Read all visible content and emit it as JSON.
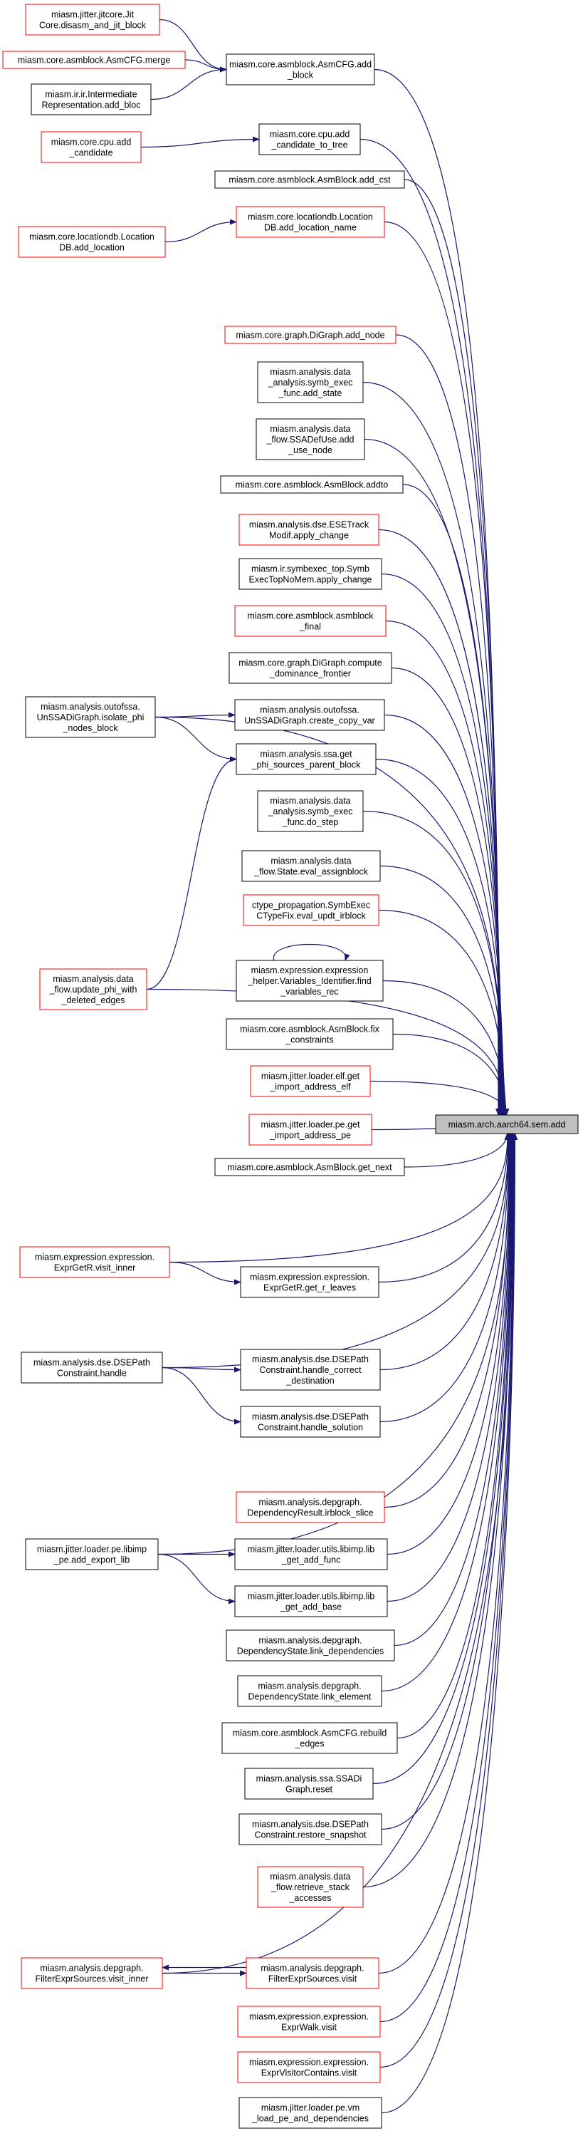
{
  "colors": {
    "edge": "#191970",
    "node_border_black": "#000000",
    "node_border_red": "#ff0000",
    "focus_fill": "#bfbfbf",
    "background": "#ffffff",
    "text": "#000000"
  },
  "graph": {
    "focus": {
      "lines": [
        "miasm.arch.aarch64.sem.add"
      ]
    },
    "nodes": [
      {
        "id": "n_jit_disasm",
        "lines": [
          "miasm.jitter.jitcore.Jit",
          "Core.disasm_and_jit_block"
        ],
        "border": "red"
      },
      {
        "id": "n_cfg_merge",
        "lines": [
          "miasm.core.asmblock.AsmCFG.merge"
        ],
        "border": "red"
      },
      {
        "id": "n_ir_addbloc",
        "lines": [
          "miasm.ir.ir.Intermediate",
          "Representation.add_bloc"
        ],
        "border": "black"
      },
      {
        "id": "n_cfg_add_block",
        "lines": [
          "miasm.core.asmblock.AsmCFG.add",
          "_block"
        ],
        "border": "black"
      },
      {
        "id": "n_cpu_add_candidate",
        "lines": [
          "miasm.core.cpu.add",
          "_candidate"
        ],
        "border": "red"
      },
      {
        "id": "n_cpu_add_candidate_tree",
        "lines": [
          "miasm.core.cpu.add",
          "_candidate_to_tree"
        ],
        "border": "black"
      },
      {
        "id": "n_block_add_cst",
        "lines": [
          "miasm.core.asmblock.AsmBlock.add_cst"
        ],
        "border": "black"
      },
      {
        "id": "n_locdb_add_location",
        "lines": [
          "miasm.core.locationdb.Location",
          "DB.add_location"
        ],
        "border": "red"
      },
      {
        "id": "n_locdb_add_location_name",
        "lines": [
          "miasm.core.locationdb.Location",
          "DB.add_location_name"
        ],
        "border": "red"
      },
      {
        "id": "n_digraph_add_node",
        "lines": [
          "miasm.core.graph.DiGraph.add_node"
        ],
        "border": "red"
      },
      {
        "id": "n_symb_add_state",
        "lines": [
          "miasm.analysis.data",
          "_analysis.symb_exec",
          "_func.add_state"
        ],
        "border": "black"
      },
      {
        "id": "n_ssadefuse_add_use",
        "lines": [
          "miasm.analysis.data",
          "_flow.SSADefUse.add",
          "_use_node"
        ],
        "border": "black"
      },
      {
        "id": "n_block_addto",
        "lines": [
          "miasm.core.asmblock.AsmBlock.addto"
        ],
        "border": "black"
      },
      {
        "id": "n_dse_apply_change",
        "lines": [
          "miasm.analysis.dse.ESETrack",
          "Modif.apply_change"
        ],
        "border": "red"
      },
      {
        "id": "n_symbtop_apply_change",
        "lines": [
          "miasm.ir.symbexec_top.Symb",
          "ExecTopNoMem.apply_change"
        ],
        "border": "black"
      },
      {
        "id": "n_asmblock_final",
        "lines": [
          "miasm.core.asmblock.asmblock",
          "_final"
        ],
        "border": "red"
      },
      {
        "id": "n_digraph_dominance",
        "lines": [
          "miasm.core.graph.DiGraph.compute",
          "_dominance_frontier"
        ],
        "border": "black"
      },
      {
        "id": "n_outofssa_isolate",
        "lines": [
          "miasm.analysis.outofssa.",
          "UnSSADiGraph.isolate_phi",
          "_nodes_block"
        ],
        "border": "black"
      },
      {
        "id": "n_outofssa_create_copy",
        "lines": [
          "miasm.analysis.outofssa.",
          "UnSSADiGraph.create_copy_var"
        ],
        "border": "black"
      },
      {
        "id": "n_ssa_get_phi",
        "lines": [
          "miasm.analysis.ssa.get",
          "_phi_sources_parent_block"
        ],
        "border": "black"
      },
      {
        "id": "n_symb_do_step",
        "lines": [
          "miasm.analysis.data",
          "_analysis.symb_exec",
          "_func.do_step"
        ],
        "border": "black"
      },
      {
        "id": "n_state_eval_assign",
        "lines": [
          "miasm.analysis.data",
          "_flow.State.eval_assignblock"
        ],
        "border": "black"
      },
      {
        "id": "n_ctype_eval_updt",
        "lines": [
          "ctype_propagation.SymbExec",
          "CTypeFix.eval_updt_irblock"
        ],
        "border": "red"
      },
      {
        "id": "n_update_phi",
        "lines": [
          "miasm.analysis.data",
          "_flow.update_phi_with",
          "_deleted_edges"
        ],
        "border": "red"
      },
      {
        "id": "n_find_vars_rec",
        "lines": [
          "miasm.expression.expression",
          "_helper.Variables_Identifier.find",
          "_variables_rec"
        ],
        "border": "black"
      },
      {
        "id": "n_block_fix_constraints",
        "lines": [
          "miasm.core.asmblock.AsmBlock.fix",
          "_constraints"
        ],
        "border": "black"
      },
      {
        "id": "n_elf_get_import",
        "lines": [
          "miasm.jitter.loader.elf.get",
          "_import_address_elf"
        ],
        "border": "red"
      },
      {
        "id": "n_pe_get_import",
        "lines": [
          "miasm.jitter.loader.pe.get",
          "_import_address_pe"
        ],
        "border": "red"
      },
      {
        "id": "n_block_get_next",
        "lines": [
          "miasm.core.asmblock.AsmBlock.get_next"
        ],
        "border": "black"
      },
      {
        "id": "n_exprgetr_visit_inner",
        "lines": [
          "miasm.expression.expression.",
          "ExprGetR.visit_inner"
        ],
        "border": "red"
      },
      {
        "id": "n_exprgetr_get_r_leaves",
        "lines": [
          "miasm.expression.expression.",
          "ExprGetR.get_r_leaves"
        ],
        "border": "black"
      },
      {
        "id": "n_dsepath_handle",
        "lines": [
          "miasm.analysis.dse.DSEPath",
          "Constraint.handle"
        ],
        "border": "black"
      },
      {
        "id": "n_dsepath_handle_correct",
        "lines": [
          "miasm.analysis.dse.DSEPath",
          "Constraint.handle_correct",
          "_destination"
        ],
        "border": "black"
      },
      {
        "id": "n_dsepath_handle_solution",
        "lines": [
          "miasm.analysis.dse.DSEPath",
          "Constraint.handle_solution"
        ],
        "border": "black"
      },
      {
        "id": "n_depgraph_irblock_slice",
        "lines": [
          "miasm.analysis.depgraph.",
          "DependencyResult.irblock_slice"
        ],
        "border": "red"
      },
      {
        "id": "n_libimp_pe_add_export",
        "lines": [
          "miasm.jitter.loader.pe.libimp",
          "_pe.add_export_lib"
        ],
        "border": "black"
      },
      {
        "id": "n_libimp_get_add_func",
        "lines": [
          "miasm.jitter.loader.utils.libimp.lib",
          "_get_add_func"
        ],
        "border": "black"
      },
      {
        "id": "n_libimp_get_add_base",
        "lines": [
          "miasm.jitter.loader.utils.libimp.lib",
          "_get_add_base"
        ],
        "border": "black"
      },
      {
        "id": "n_depstate_link_deps",
        "lines": [
          "miasm.analysis.depgraph.",
          "DependencyState.link_dependencies"
        ],
        "border": "black"
      },
      {
        "id": "n_depstate_link_element",
        "lines": [
          "miasm.analysis.depgraph.",
          "DependencyState.link_element"
        ],
        "border": "black"
      },
      {
        "id": "n_cfg_rebuild_edges",
        "lines": [
          "miasm.core.asmblock.AsmCFG.rebuild",
          "_edges"
        ],
        "border": "black"
      },
      {
        "id": "n_ssadigraph_reset",
        "lines": [
          "miasm.analysis.ssa.SSADi",
          "Graph.reset"
        ],
        "border": "black"
      },
      {
        "id": "n_dsepath_restore",
        "lines": [
          "miasm.analysis.dse.DSEPath",
          "Constraint.restore_snapshot"
        ],
        "border": "black"
      },
      {
        "id": "n_retrieve_stack",
        "lines": [
          "miasm.analysis.data",
          "_flow.retrieve_stack",
          "_accesses"
        ],
        "border": "red"
      },
      {
        "id": "n_filter_visit_inner",
        "lines": [
          "miasm.analysis.depgraph.",
          "FilterExprSources.visit_inner"
        ],
        "border": "red"
      },
      {
        "id": "n_filter_visit",
        "lines": [
          "miasm.analysis.depgraph.",
          "FilterExprSources.visit"
        ],
        "border": "red"
      },
      {
        "id": "n_exprwalk_visit",
        "lines": [
          "miasm.expression.expression.",
          "ExprWalk.visit"
        ],
        "border": "red"
      },
      {
        "id": "n_exprvisitor_visit",
        "lines": [
          "miasm.expression.expression.",
          "ExprVisitorContains.visit"
        ],
        "border": "red"
      },
      {
        "id": "n_pe_vm_load",
        "lines": [
          "miasm.jitter.loader.pe.vm",
          "_load_pe_and_dependencies"
        ],
        "border": "black"
      }
    ],
    "edges": [
      [
        "n_jit_disasm",
        "n_cfg_add_block"
      ],
      [
        "n_cfg_merge",
        "n_cfg_add_block"
      ],
      [
        "n_ir_addbloc",
        "n_cfg_add_block"
      ],
      [
        "n_cpu_add_candidate",
        "n_cpu_add_candidate_tree"
      ],
      [
        "n_locdb_add_location",
        "n_locdb_add_location_name"
      ],
      [
        "n_outofssa_isolate",
        "n_outofssa_create_copy"
      ],
      [
        "n_outofssa_isolate",
        "n_ssa_get_phi"
      ],
      [
        "n_update_phi",
        "n_ssa_get_phi"
      ],
      [
        "n_find_vars_rec",
        "n_find_vars_rec"
      ],
      [
        "n_exprgetr_visit_inner",
        "n_exprgetr_get_r_leaves"
      ],
      [
        "n_dsepath_handle",
        "n_dsepath_handle_correct"
      ],
      [
        "n_dsepath_handle",
        "n_dsepath_handle_solution"
      ],
      [
        "n_libimp_pe_add_export",
        "n_libimp_get_add_func"
      ],
      [
        "n_libimp_pe_add_export",
        "n_libimp_get_add_base"
      ],
      [
        "n_filter_visit_inner",
        "n_filter_visit"
      ],
      [
        "n_filter_visit",
        "n_filter_visit_inner"
      ],
      [
        "n_cfg_add_block",
        "focus"
      ],
      [
        "n_cpu_add_candidate_tree",
        "focus"
      ],
      [
        "n_block_add_cst",
        "focus"
      ],
      [
        "n_locdb_add_location_name",
        "focus"
      ],
      [
        "n_digraph_add_node",
        "focus"
      ],
      [
        "n_symb_add_state",
        "focus"
      ],
      [
        "n_ssadefuse_add_use",
        "focus"
      ],
      [
        "n_block_addto",
        "focus"
      ],
      [
        "n_dse_apply_change",
        "focus"
      ],
      [
        "n_symbtop_apply_change",
        "focus"
      ],
      [
        "n_asmblock_final",
        "focus"
      ],
      [
        "n_digraph_dominance",
        "focus"
      ],
      [
        "n_outofssa_isolate",
        "focus"
      ],
      [
        "n_outofssa_create_copy",
        "focus"
      ],
      [
        "n_ssa_get_phi",
        "focus"
      ],
      [
        "n_symb_do_step",
        "focus"
      ],
      [
        "n_state_eval_assign",
        "focus"
      ],
      [
        "n_ctype_eval_updt",
        "focus"
      ],
      [
        "n_update_phi",
        "focus"
      ],
      [
        "n_find_vars_rec",
        "focus"
      ],
      [
        "n_block_fix_constraints",
        "focus"
      ],
      [
        "n_elf_get_import",
        "focus"
      ],
      [
        "n_pe_get_import",
        "focus"
      ],
      [
        "n_block_get_next",
        "focus"
      ],
      [
        "n_exprgetr_visit_inner",
        "focus"
      ],
      [
        "n_exprgetr_get_r_leaves",
        "focus"
      ],
      [
        "n_dsepath_handle",
        "focus"
      ],
      [
        "n_dsepath_handle_correct",
        "focus"
      ],
      [
        "n_dsepath_handle_solution",
        "focus"
      ],
      [
        "n_depgraph_irblock_slice",
        "focus"
      ],
      [
        "n_libimp_pe_add_export",
        "focus"
      ],
      [
        "n_libimp_get_add_func",
        "focus"
      ],
      [
        "n_libimp_get_add_base",
        "focus"
      ],
      [
        "n_depstate_link_deps",
        "focus"
      ],
      [
        "n_depstate_link_element",
        "focus"
      ],
      [
        "n_cfg_rebuild_edges",
        "focus"
      ],
      [
        "n_ssadigraph_reset",
        "focus"
      ],
      [
        "n_dsepath_restore",
        "focus"
      ],
      [
        "n_retrieve_stack",
        "focus"
      ],
      [
        "n_filter_visit_inner",
        "focus"
      ],
      [
        "n_filter_visit",
        "focus"
      ],
      [
        "n_exprwalk_visit",
        "focus"
      ],
      [
        "n_exprvisitor_visit",
        "focus"
      ],
      [
        "n_pe_vm_load",
        "focus"
      ]
    ]
  }
}
